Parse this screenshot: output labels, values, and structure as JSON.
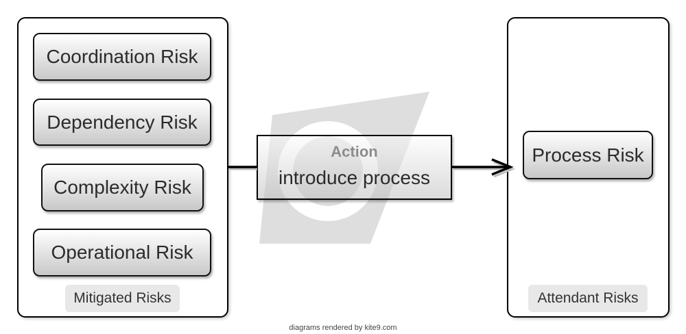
{
  "diagram": {
    "mitigated": {
      "label": "Mitigated Risks",
      "items": [
        "Coordination Risk",
        "Dependency Risk",
        "Complexity Risk",
        "Operational Risk"
      ]
    },
    "action": {
      "title": "Action",
      "text": "introduce process"
    },
    "attendant": {
      "label": "Attendant Risks",
      "items": [
        "Process Risk"
      ]
    },
    "footer": "diagrams rendered by kite9.com"
  },
  "colors": {
    "border": "#000000",
    "box_top": "#ffffff",
    "box_bottom": "#c8c8c8",
    "label_bg": "#e8e8e8",
    "action_title": "#8c8c8c",
    "text": "#2b2b2b",
    "watermark": "#dedede",
    "footer": "#444444"
  }
}
